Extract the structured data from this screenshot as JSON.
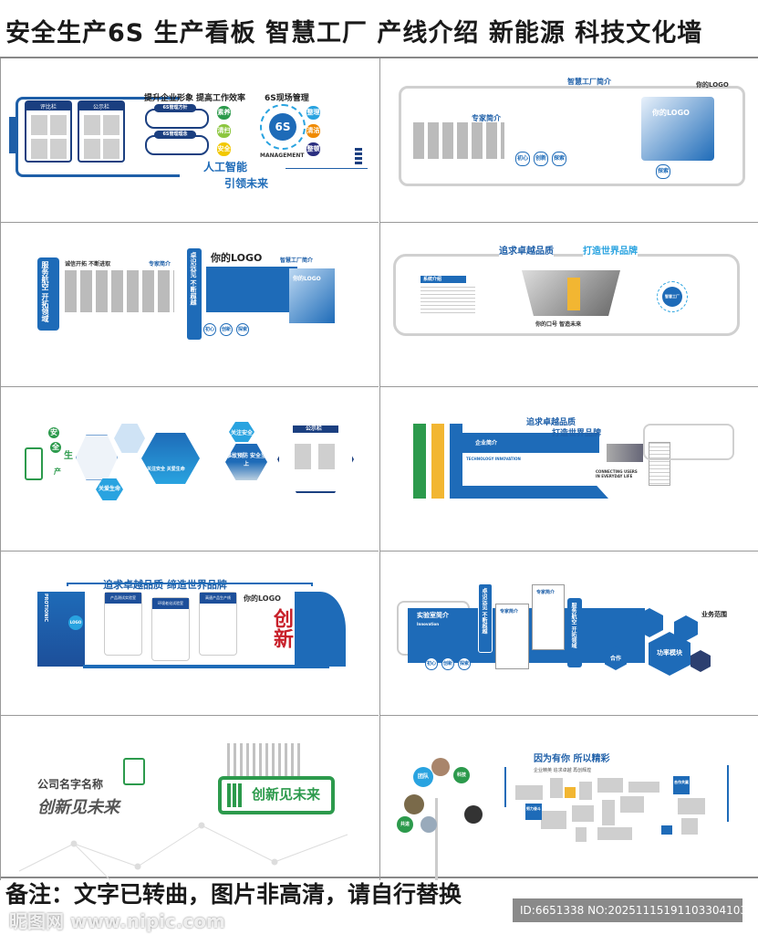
{
  "header": {
    "title": "安全生产6S  生产看板  智慧工厂  产线介绍  新能源  科技文化墙"
  },
  "colors": {
    "primary_blue": "#1e6bb8",
    "dark_blue": "#1b3f80",
    "green": "#2c9a4c",
    "grey_line": "#cccccc",
    "red": "#c8202a",
    "yellow": "#f2b632"
  },
  "panels": {
    "p1": {
      "board1": "评比栏",
      "board2": "公示栏",
      "slogan1": "提升企业形象",
      "slogan2": "提高工作效率",
      "heading": "6S现场管理",
      "center": "6S",
      "sub": "MANAGEMENT",
      "pill1": "6S管理方针",
      "pill2": "6S管理理念",
      "items": [
        "素养",
        "清扫",
        "安全",
        "整理",
        "清洁",
        "整顿"
      ],
      "motto1": "人工智能",
      "motto2": "引领未来"
    },
    "p2": {
      "title": "智慧工厂简介",
      "logo_top": "你的LOGO",
      "expert": "专家简介",
      "logo": "你的LOGO",
      "btns": [
        "初心",
        "创新",
        "探索"
      ],
      "btn4": "探索"
    },
    "p3": {
      "vertical": "服务航空 开拓领域",
      "slogan": "诚信开拓 不断进取",
      "expert": "专家简介",
      "vertical2": "卓识远见 不断超越",
      "logo": "你的LOGO",
      "intro": "智慧工厂简介",
      "logo2": "你的LOGO",
      "btns": [
        "初心",
        "创新",
        "探索"
      ]
    },
    "p4": {
      "t1": "追求卓越品质",
      "t2": "打造世界品牌",
      "intro": "系统介绍",
      "slogan": "你的口号  智造未来",
      "center": "智慧工厂"
    },
    "p5": {
      "safety": [
        "安",
        "全",
        "生",
        "产"
      ],
      "care": "关爱生命",
      "focus": "关注安全",
      "prevent": "事故预防 安全至上",
      "center": "关注安全 关爱生命",
      "board": "公示栏"
    },
    "p6": {
      "intro": "企业简介",
      "t1": "追求卓越品质",
      "t2": "打造世界品牌",
      "tech": "TECHNOLOGY INNOVATION",
      "connect": "CONNECTING USERS IN EVERYDAY LIFE"
    },
    "p7": {
      "title": "追求卓越品质  缔造世界品牌",
      "brand": "PROTIONIC",
      "logo_small": "LOGO",
      "cards": [
        "产品测试实验室",
        "环境老化试验室",
        "高速产品生产线"
      ],
      "logo": "你的LOGO",
      "calligraphy": "创新"
    },
    "p8": {
      "lab": "实验室简介",
      "innovation": "Innovation",
      "v1": "卓识远见 不断超越",
      "expert1": "专家简介",
      "expert2": "专家简介",
      "v2": "服务航空 开拓领域",
      "scope": "业务范围",
      "module": "功率模块",
      "coop": "合作",
      "btns": [
        "初心",
        "创新",
        "探索"
      ]
    },
    "p9": {
      "company": "公司名字名称",
      "motto": "创新见未来",
      "battery_text": "创新见未来"
    },
    "p10": {
      "title": "因为有你  所以精彩",
      "sub": "企业精英  追求卓越  再创辉煌",
      "tree": [
        "团队",
        "科技",
        "共进"
      ],
      "tag1": "努力奋斗",
      "tag2": "合作共赢"
    }
  },
  "footer": {
    "note": "备注：文字已转曲，图片非高清，请自行替换",
    "watermark": "昵图网 www.nipic.com",
    "id": "ID:6651338 NO:20251115191103304103"
  }
}
